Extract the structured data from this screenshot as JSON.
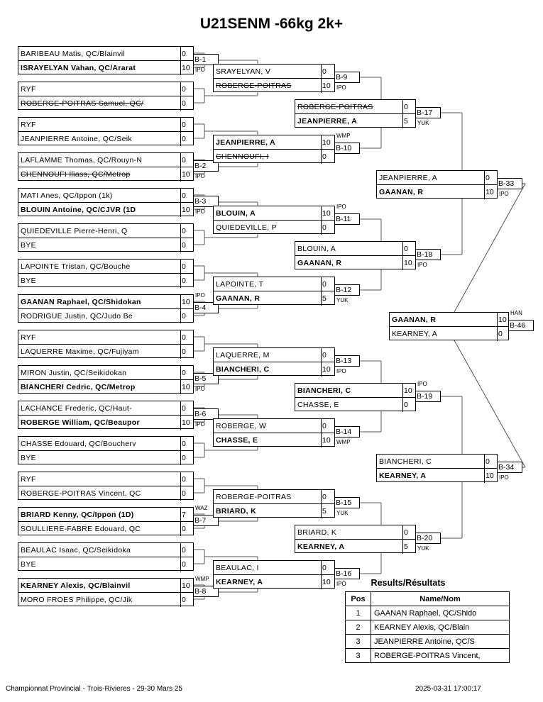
{
  "title": "U21SENM -66kg 2k+",
  "rounds": [
    [
      {
        "top": {
          "name": "BARIBEAU Matis, QC/Blainvil",
          "score": "0"
        },
        "bottom": {
          "name": "ISRAYELYAN Vahan, QC/Ararat",
          "score": "10",
          "bold": true
        },
        "label": "B-1",
        "wintype": "IPO",
        "winner": "bottom"
      },
      {
        "top": {
          "name": "RYF",
          "score": "0"
        },
        "bottom": {
          "name": "ROBERGE-POITRAS Samuel, QC/",
          "score": "0",
          "strike": true
        }
      },
      {
        "top": {
          "name": "RYF",
          "score": "0"
        },
        "bottom": {
          "name": "JEANPIERRE Antoine, QC/Seik",
          "score": "0"
        }
      },
      {
        "top": {
          "name": "LAFLAMME Thomas, QC/Rouyn-N",
          "score": "0"
        },
        "bottom": {
          "name": "CHENNOUFI Iliass, QC/Metrop",
          "score": "10",
          "strike": true
        },
        "label": "B-2",
        "wintype": "IPO",
        "winner": "bottom"
      },
      {
        "top": {
          "name": "MATI Anes, QC/Ippon (1k)",
          "score": "0"
        },
        "bottom": {
          "name": "BLOUIN Antoine, QC/CJVR (1D",
          "score": "10",
          "bold": true
        },
        "label": "B-3",
        "wintype": "IPO",
        "winner": "bottom"
      },
      {
        "top": {
          "name": "QUIEDEVILLE Pierre-Henri, Q",
          "score": "0"
        },
        "bottom": {
          "name": "BYE",
          "score": "0"
        }
      },
      {
        "top": {
          "name": "LAPOINTE Tristan, QC/Bouche",
          "score": "0"
        },
        "bottom": {
          "name": "BYE",
          "score": "0"
        }
      },
      {
        "top": {
          "name": "GAANAN Raphael, QC/Shidokan",
          "score": "10",
          "bold": true
        },
        "bottom": {
          "name": "RODRIGUE Justin, QC/Judo Be",
          "score": "0"
        },
        "label": "B-4",
        "wintype": "IPO",
        "winner": "top"
      },
      {
        "top": {
          "name": "RYF",
          "score": "0"
        },
        "bottom": {
          "name": "LAQUERRE Maxime, QC/Fujiyam",
          "score": "0"
        }
      },
      {
        "top": {
          "name": "MIRON Justin, QC/Seikidokan",
          "score": "0"
        },
        "bottom": {
          "name": "BIANCHERI Cedric, QC/Metrop",
          "score": "10",
          "bold": true
        },
        "label": "B-5",
        "wintype": "IPO",
        "winner": "bottom"
      },
      {
        "top": {
          "name": "LACHANCE Frederic, QC/Haut-",
          "score": "0"
        },
        "bottom": {
          "name": "ROBERGE William, QC/Beaupor",
          "score": "10",
          "bold": true
        },
        "label": "B-6",
        "wintype": "IPO",
        "winner": "bottom"
      },
      {
        "top": {
          "name": "CHASSE Edouard, QC/Boucherv",
          "score": "0"
        },
        "bottom": {
          "name": "BYE",
          "score": "0"
        }
      },
      {
        "top": {
          "name": "RYF",
          "score": "0"
        },
        "bottom": {
          "name": "ROBERGE-POITRAS Vincent, QC",
          "score": "0"
        }
      },
      {
        "top": {
          "name": "BRIARD Kenny, QC/Ippon (1D)",
          "score": "7",
          "bold": true
        },
        "bottom": {
          "name": "SOULLIERE-FABRE Edouard, QC",
          "score": "0"
        },
        "label": "B-7",
        "wintype": "WAZ",
        "winner": "top"
      },
      {
        "top": {
          "name": "BEAULAC Isaac, QC/Seikidoka",
          "score": "0"
        },
        "bottom": {
          "name": "BYE",
          "score": "0"
        }
      },
      {
        "top": {
          "name": "KEARNEY Alexis, QC/Blainvil",
          "score": "10",
          "bold": true
        },
        "bottom": {
          "name": "MORO FROES Philippe, QC/Jik",
          "score": "0"
        },
        "label": "B-8",
        "wintype": "WMP",
        "winner": "top"
      }
    ],
    [
      {
        "top": {
          "name": " SRAYELYAN, V",
          "score": "0"
        },
        "bottom": {
          "name": "ROBERGE-POITRAS",
          "score": "10",
          "strike": true
        },
        "label": "B-9",
        "wintype": "IPO",
        "winner": "bottom"
      },
      {
        "top": {
          "name": "JEANPIERRE, A",
          "score": "10",
          "bold": true
        },
        "bottom": {
          "name": "CHENNOUFI, I",
          "score": "0",
          "strike": true
        },
        "label": "B-10",
        "wintype": "WMP",
        "winner": "top"
      },
      {
        "top": {
          "name": "BLOUIN, A",
          "score": "10",
          "bold": true
        },
        "bottom": {
          "name": "QUIEDEVILLE, P",
          "score": "0"
        },
        "label": "B-11",
        "wintype": "IPO",
        "winner": "top"
      },
      {
        "top": {
          "name": "LAPOINTE, T",
          "score": "0"
        },
        "bottom": {
          "name": "GAANAN, R",
          "score": "5",
          "bold": true
        },
        "label": "B-12",
        "wintype": "YUK",
        "winner": "bottom"
      },
      {
        "top": {
          "name": "LAQUERRE, M",
          "score": "0"
        },
        "bottom": {
          "name": "BIANCHERI, C",
          "score": "10",
          "bold": true
        },
        "label": "B-13",
        "wintype": "IPO",
        "winner": "bottom"
      },
      {
        "top": {
          "name": "ROBERGE, W",
          "score": "0"
        },
        "bottom": {
          "name": "CHASSE, E",
          "score": "10",
          "bold": true
        },
        "label": "B-14",
        "wintype": "WMP",
        "winner": "bottom"
      },
      {
        "top": {
          "name": "ROBERGE-POITRAS",
          "score": "0"
        },
        "bottom": {
          "name": "BRIARD, K",
          "score": "5",
          "bold": true
        },
        "label": "B-15",
        "wintype": "YUK",
        "winner": "bottom"
      },
      {
        "top": {
          "name": "BEAULAC, I",
          "score": "0"
        },
        "bottom": {
          "name": "KEARNEY, A",
          "score": "10",
          "bold": true
        },
        "label": "B-16",
        "wintype": "IPO",
        "winner": "bottom"
      }
    ],
    [
      {
        "top": {
          "name": "ROBERGE-POITRAS",
          "score": "0",
          "strike": true
        },
        "bottom": {
          "name": "JEANPIERRE, A",
          "score": "5",
          "bold": true
        },
        "label": "B-17",
        "wintype": "YUK",
        "winner": "bottom"
      },
      {
        "top": {
          "name": "BLOUIN, A",
          "score": "0"
        },
        "bottom": {
          "name": "GAANAN, R",
          "score": "10",
          "bold": true
        },
        "label": "B-18",
        "wintype": "IPO",
        "winner": "bottom"
      },
      {
        "top": {
          "name": "BIANCHERI, C",
          "score": "10",
          "bold": true
        },
        "bottom": {
          "name": "CHASSE, E",
          "score": "0"
        },
        "label": "B-19",
        "wintype": "IPO",
        "winner": "top"
      },
      {
        "top": {
          "name": "BRIARD, K",
          "score": "0"
        },
        "bottom": {
          "name": "KEARNEY, A",
          "score": "5",
          "bold": true
        },
        "label": "B-20",
        "wintype": "YUK",
        "winner": "bottom"
      }
    ],
    [
      {
        "top": {
          "name": "JEANPIERRE, A",
          "score": "0"
        },
        "bottom": {
          "name": "GAANAN, R",
          "score": "10",
          "bold": true
        },
        "label": "B-33",
        "wintype": "IPO",
        "winner": "bottom"
      },
      {
        "top": {
          "name": "BIANCHERI, C",
          "score": "0"
        },
        "bottom": {
          "name": "KEARNEY, A",
          "score": "10",
          "bold": true
        },
        "label": "B-34",
        "wintype": "IPO",
        "winner": "bottom"
      }
    ],
    [
      {
        "top": {
          "name": "GAANAN, R",
          "score": "10",
          "bold": true
        },
        "bottom": {
          "name": "KEARNEY, A",
          "score": "0"
        },
        "label": "B-46",
        "wintype": "HAN",
        "winner": "top"
      }
    ]
  ],
  "results": {
    "title": "Results/Résultats",
    "headers": [
      "Pos",
      "Name/Nom"
    ],
    "rows": [
      {
        "pos": "1",
        "name": "GAANAN Raphael, QC/Shido"
      },
      {
        "pos": "2",
        "name": "KEARNEY Alexis, QC/Blain"
      },
      {
        "pos": "3",
        "name": "JEANPIERRE Antoine, QC/S"
      },
      {
        "pos": "3",
        "name": "ROBERGE-POITRAS Vincent,"
      }
    ]
  },
  "footer": {
    "event": "Championnat Provincial - Trois-Rivieres - 29-30 Mars 25",
    "timestamp": "2025-03-31 17:00:17"
  }
}
